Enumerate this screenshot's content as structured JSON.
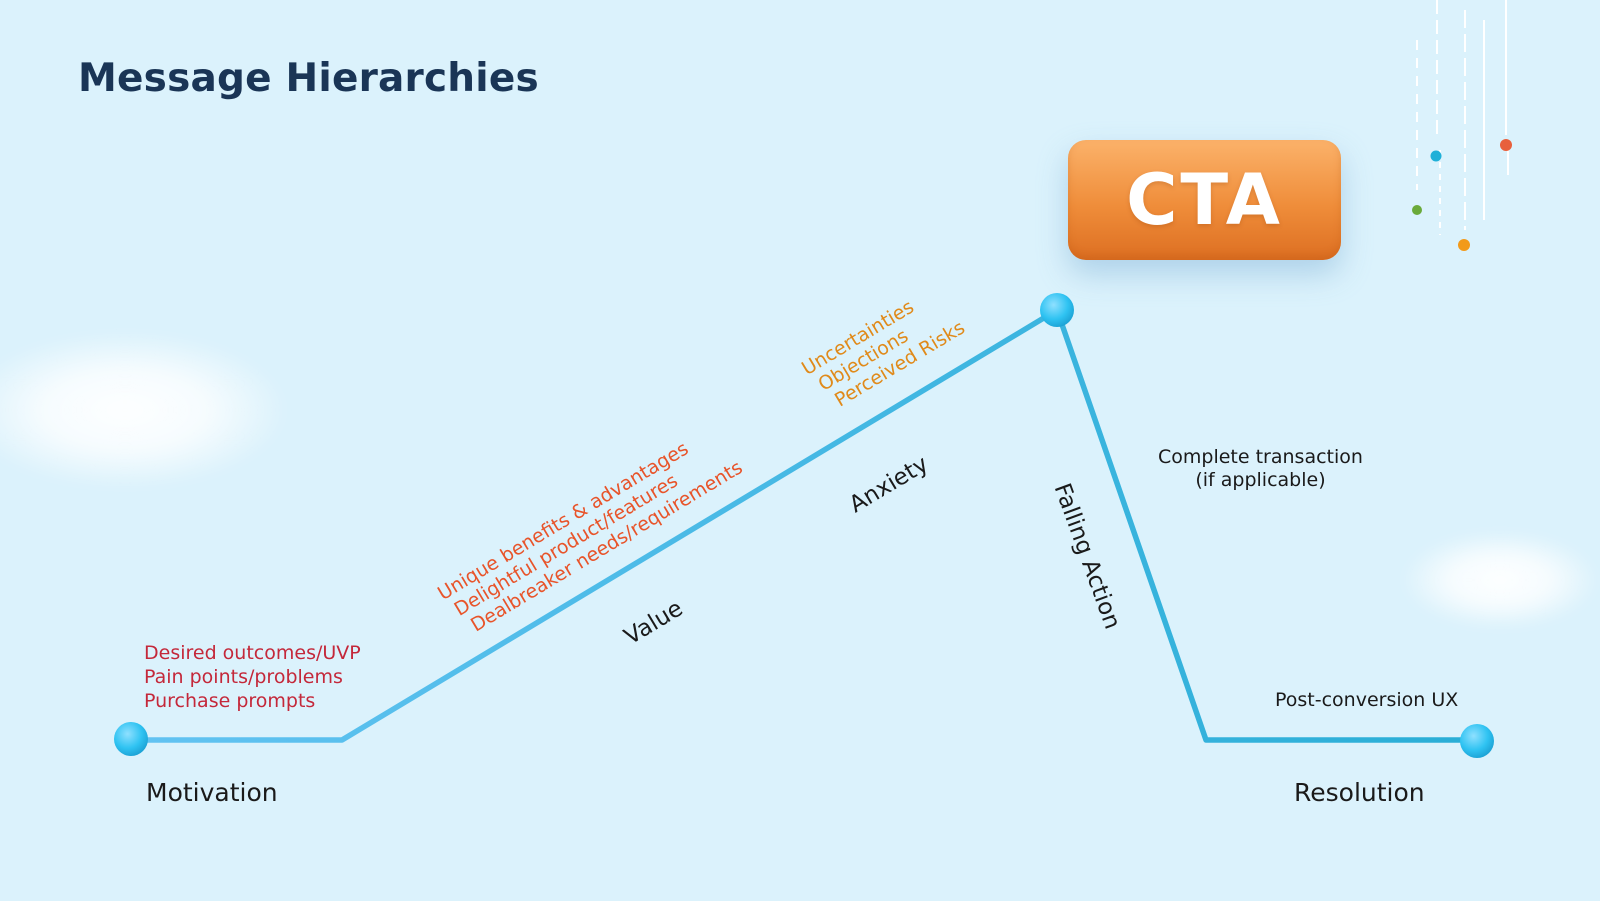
{
  "title": "Message Hierarchies",
  "cta_label": "CTA",
  "stages": {
    "start": "Motivation",
    "end": "Resolution"
  },
  "phases": {
    "rising_1": "Value",
    "rising_2": "Anxiety",
    "falling": "Falling Action"
  },
  "motivation_items": [
    "Desired outcomes/UVP",
    "Pain points/problems",
    "Purchase prompts"
  ],
  "value_items": [
    "Unique benefits & advantages",
    "Delightful product/features",
    "Dealbreaker needs/requirements"
  ],
  "anxiety_items": [
    "Uncertainties",
    "Objections",
    "Perceived Risks"
  ],
  "falling_note": [
    "Complete transaction",
    "(if applicable)"
  ],
  "resolution_note": "Post-conversion UX",
  "colors": {
    "background": "#dbf2fc",
    "title": "#1a3556",
    "line": "#3cb8e6",
    "node": "#2fc3f2",
    "cta_orange": "#ef8d3a",
    "motivation_text": "#c4283a",
    "value_text": "#e8542a",
    "anxiety_text": "#e08a1a",
    "dot_teal": "#1fb0d8",
    "dot_red": "#e8603c",
    "dot_green": "#6aaa3a",
    "dot_orange": "#f29a1a"
  }
}
